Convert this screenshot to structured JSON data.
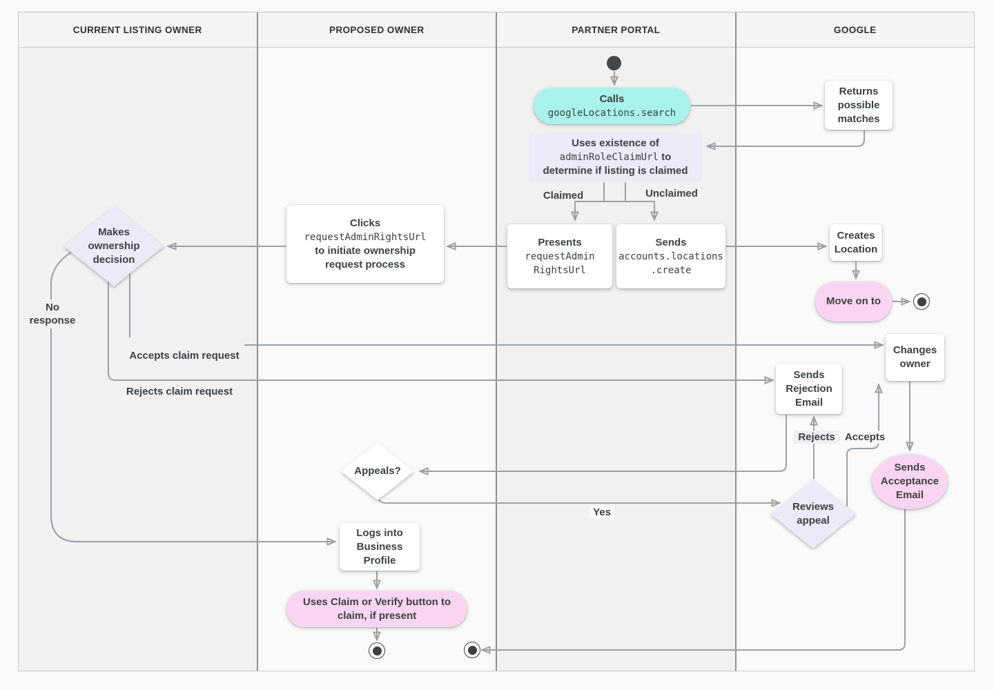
{
  "diagram": {
    "lanes": [
      "CURRENT LISTING OWNER",
      "PROPOSED OWNER",
      "PARTNER PORTAL",
      "GOOGLE"
    ]
  },
  "nodes": {
    "calls": {
      "title": "Calls",
      "code": "googleLocations.search"
    },
    "returns": "Returns possible matches",
    "uses": {
      "line1": "Uses existence of",
      "code": "adminRoleClaimUrl",
      "after_code": "to",
      "line3": "determine if listing is claimed"
    },
    "presents": {
      "title": "Presents",
      "code_line1": "requestAdmin",
      "code_line2": "RightsUrl"
    },
    "sends_create": {
      "title": "Sends",
      "code_line1": "accounts.locations",
      "code_line2": ".create"
    },
    "clicks": {
      "title": "Clicks",
      "code": "requestAdminRightsUrl",
      "rest": "to initiate ownership request process"
    },
    "decision": "Makes ownership decision",
    "creates": "Creates Location",
    "move_on": "Move on to",
    "changes": "Changes owner",
    "rejection": "Sends Rejection Email",
    "acceptance": "Sends Acceptance Email",
    "appeals": "Appeals?",
    "reviews": "Reviews appeal",
    "logs": "Logs into Business Profile",
    "claim": "Uses Claim or Verify button to claim, if present"
  },
  "edge_labels": {
    "claimed": "Claimed",
    "unclaimed": "Unclaimed",
    "accepts_claim": "Accepts claim request",
    "rejects_claim": "Rejects claim request",
    "no_response": "No response",
    "yes": "Yes",
    "rejects": "Rejects",
    "accepts": "Accepts"
  },
  "colors": {
    "teal": "#A9F2EA",
    "lavender": "#ECE9F8",
    "pink": "#FAD5F2",
    "line": "#9AA0A6",
    "text": "#3C4043",
    "lane_gray": "#F1F1F2",
    "lane_light": "#FAFAFA"
  }
}
